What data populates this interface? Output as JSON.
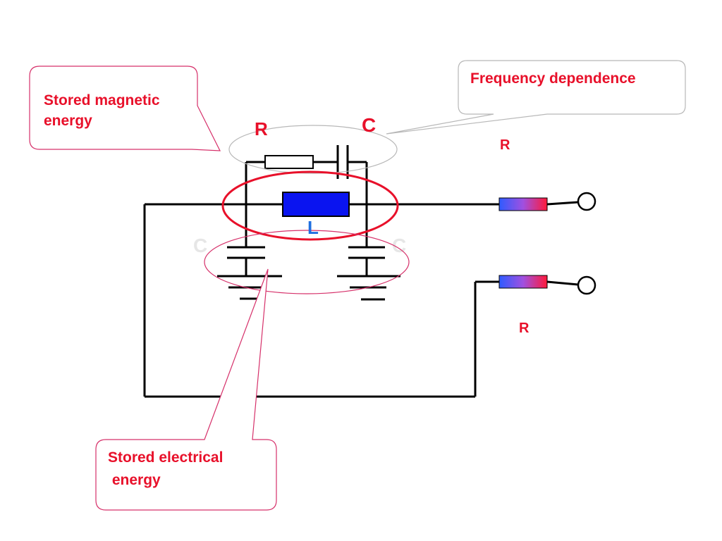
{
  "callouts": {
    "magnetic": {
      "line1": "Stored magnetic",
      "line2": "energy"
    },
    "frequency": {
      "text": "Frequency dependence"
    },
    "electrical": {
      "line1": "Stored electrical",
      "line2": " energy"
    }
  },
  "labels": {
    "series_r": "R",
    "series_c": "C",
    "inductor": "L",
    "shunt_c_left": "C",
    "shunt_c_right": "C",
    "term_r_top": "R",
    "term_r_bottom": "R"
  },
  "colors": {
    "accent_red": "#e8102a",
    "callout_border": "#d6306a",
    "inductor_blue": "#0a14f0",
    "l_label_blue": "#1f6fe0",
    "faded_c": "#e6e6e6",
    "freq_border": "#b8b8b8",
    "wire": "#000000"
  }
}
